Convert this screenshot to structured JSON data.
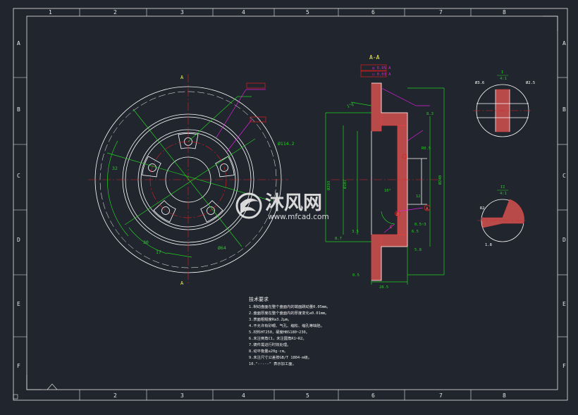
{
  "colors": {
    "background": "#21252e",
    "frame": "#e6e6e6",
    "part": "#ffffff",
    "dimension": "#22d222",
    "centerline": "#e02020",
    "callout": "#e020e0",
    "leader": "#20e0e0",
    "hatch": "#e04040",
    "note": "#f0f0f0",
    "marker": "#ffff40",
    "watermark": "#e8e8e8"
  },
  "grid": {
    "columns": [
      "1",
      "2",
      "3",
      "4",
      "5",
      "6",
      "7",
      "8"
    ],
    "rows": [
      "A",
      "B",
      "C",
      "D",
      "E",
      "F"
    ]
  },
  "front_view": {
    "section_mark": "A",
    "dims": {
      "d_outer": "Ø114.2",
      "d_a": "32",
      "d_b": "30",
      "d_c": "17",
      "d_d": "Ø64"
    }
  },
  "section_view": {
    "title": "A-A",
    "dims": {
      "runout_1": "◎ 0.05 A",
      "runout_2": "▭ 0.03 A",
      "angle": "1°6'",
      "d_293": "Ø293",
      "d_187": "Ø187",
      "d_240": "Ø240",
      "w_83": "8.3",
      "r_05": "R0.5",
      "a_10": "10°",
      "a_12": "12",
      "w_35": "3.5",
      "w_87": "8.7",
      "w_65": "6.5",
      "c_05": "0.5~3",
      "w_bottom": "28.5",
      "w_side": "5.8",
      "chamfer": "0.5",
      "ref_a": "A",
      "ref_b": "B",
      "ref_c": "C"
    }
  },
  "detail_1": {
    "label": "I",
    "scale": "4:1",
    "left_dim": "Ø3.6",
    "right_dim": "Ø2.5"
  },
  "detail_2": {
    "label": "II",
    "scale": "4:1",
    "left_dim": "R2",
    "bottom_dim": "1.8"
  },
  "notes": {
    "title": "技术要求",
    "lines": [
      "1.制动盘面在整个盘面内的端面跳动量0.05mm。",
      "2.盘面厚度在整个盘面内的厚度变化≤0.01mm。",
      "3.表面粗糙度Ra3.2μm。",
      "4.不允许有砂眼、气孔、缩松、缩孔等缺陷。",
      "5.材料HT250，硬度HBS180~230。",
      "6.未注倒角C1，未注圆角R1~R2。",
      "7.铸件需进行时效处理。",
      "8.动平衡量≤20g·cm。",
      "9.未注尺寸公差按GB/T 1804-m级。",
      "10.\"-·-·-\" 表示加工面。"
    ]
  },
  "watermark": {
    "brand": "沐风网",
    "url": "www.mfcad.com"
  }
}
